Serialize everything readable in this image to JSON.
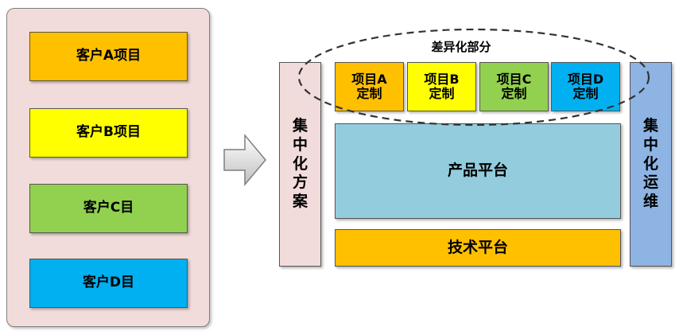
{
  "clients": [
    {
      "label": "客户A项目",
      "color": "#ffc000"
    },
    {
      "label": "客户B项目",
      "color": "#ffff00"
    },
    {
      "label": "客户C目",
      "color": "#92d050"
    },
    {
      "label": "客户D目",
      "color": "#00b0f0"
    }
  ],
  "arrow_icon": "right-arrow-icon",
  "centralized_solution": {
    "chars": [
      "集",
      "中",
      "化",
      "方",
      "案"
    ],
    "color": "#f2dcdb"
  },
  "centralized_ops": {
    "chars": [
      "集",
      "中",
      "化",
      "运",
      "维"
    ],
    "color": "#8eb4e3"
  },
  "difference_label": "差异化部分",
  "customizations": [
    {
      "line1": "项目A",
      "line2": "定制",
      "color": "#ffc000"
    },
    {
      "line1": "项目B",
      "line2": "定制",
      "color": "#ffff00"
    },
    {
      "line1": "项目C",
      "line2": "定制",
      "color": "#92d050"
    },
    {
      "line1": "项目D",
      "line2": "定制",
      "color": "#00b0f0"
    }
  ],
  "product_platform": {
    "label": "产品平台",
    "color": "#93cddd"
  },
  "tech_platform": {
    "label": "技术平台",
    "color": "#ffc000"
  }
}
